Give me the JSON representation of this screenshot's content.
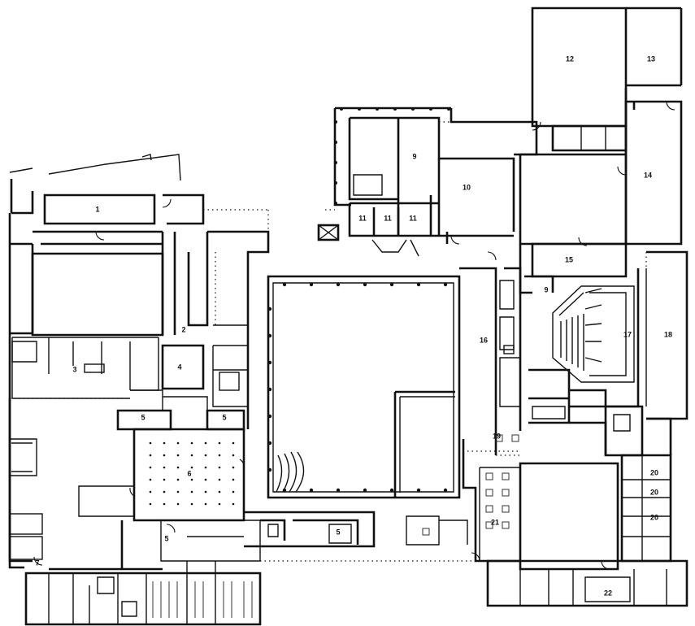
{
  "plan": {
    "rooms": [
      {
        "id": "r1",
        "label": "1"
      },
      {
        "id": "r2",
        "label": "2"
      },
      {
        "id": "r3",
        "label": "3"
      },
      {
        "id": "r4",
        "label": "4"
      },
      {
        "id": "r5a",
        "label": "5"
      },
      {
        "id": "r5b",
        "label": "5"
      },
      {
        "id": "r5c",
        "label": "5"
      },
      {
        "id": "r5d",
        "label": "5"
      },
      {
        "id": "r6",
        "label": "6"
      },
      {
        "id": "r7",
        "label": "7"
      },
      {
        "id": "r9a",
        "label": "9"
      },
      {
        "id": "r9b",
        "label": "9"
      },
      {
        "id": "r10",
        "label": "10"
      },
      {
        "id": "r11a",
        "label": "11"
      },
      {
        "id": "r11b",
        "label": "11"
      },
      {
        "id": "r11c",
        "label": "11"
      },
      {
        "id": "r12",
        "label": "12"
      },
      {
        "id": "r13",
        "label": "13"
      },
      {
        "id": "r14",
        "label": "14"
      },
      {
        "id": "r15",
        "label": "15"
      },
      {
        "id": "r16",
        "label": "16"
      },
      {
        "id": "r17",
        "label": "17"
      },
      {
        "id": "r18",
        "label": "18"
      },
      {
        "id": "r19",
        "label": "19"
      },
      {
        "id": "r20a",
        "label": "20"
      },
      {
        "id": "r20b",
        "label": "20"
      },
      {
        "id": "r20c",
        "label": "20"
      },
      {
        "id": "r21",
        "label": "21"
      },
      {
        "id": "r22",
        "label": "22"
      }
    ]
  }
}
